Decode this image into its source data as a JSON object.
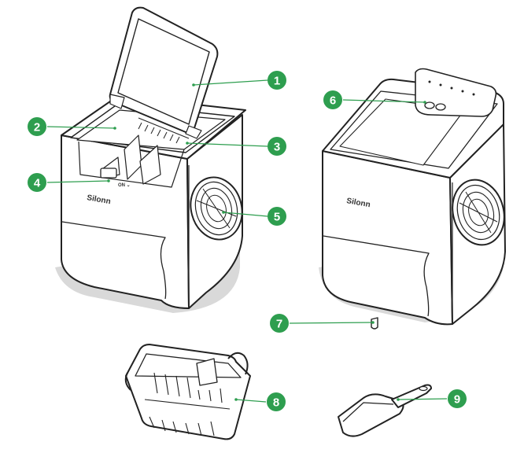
{
  "brand_label": "Silonn",
  "switch_marks": "ON ⌄",
  "accent_color": "#2e9e4f",
  "callouts": [
    {
      "number": "1",
      "target": "lid"
    },
    {
      "number": "2",
      "target": "water-level-sensor"
    },
    {
      "number": "3",
      "target": "ice-shovel-comb"
    },
    {
      "number": "4",
      "target": "switch"
    },
    {
      "number": "5",
      "target": "fan-vent"
    },
    {
      "number": "6",
      "target": "control-panel"
    },
    {
      "number": "7",
      "target": "drain-plug"
    },
    {
      "number": "8",
      "target": "ice-basket"
    },
    {
      "number": "9",
      "target": "ice-scoop"
    }
  ]
}
